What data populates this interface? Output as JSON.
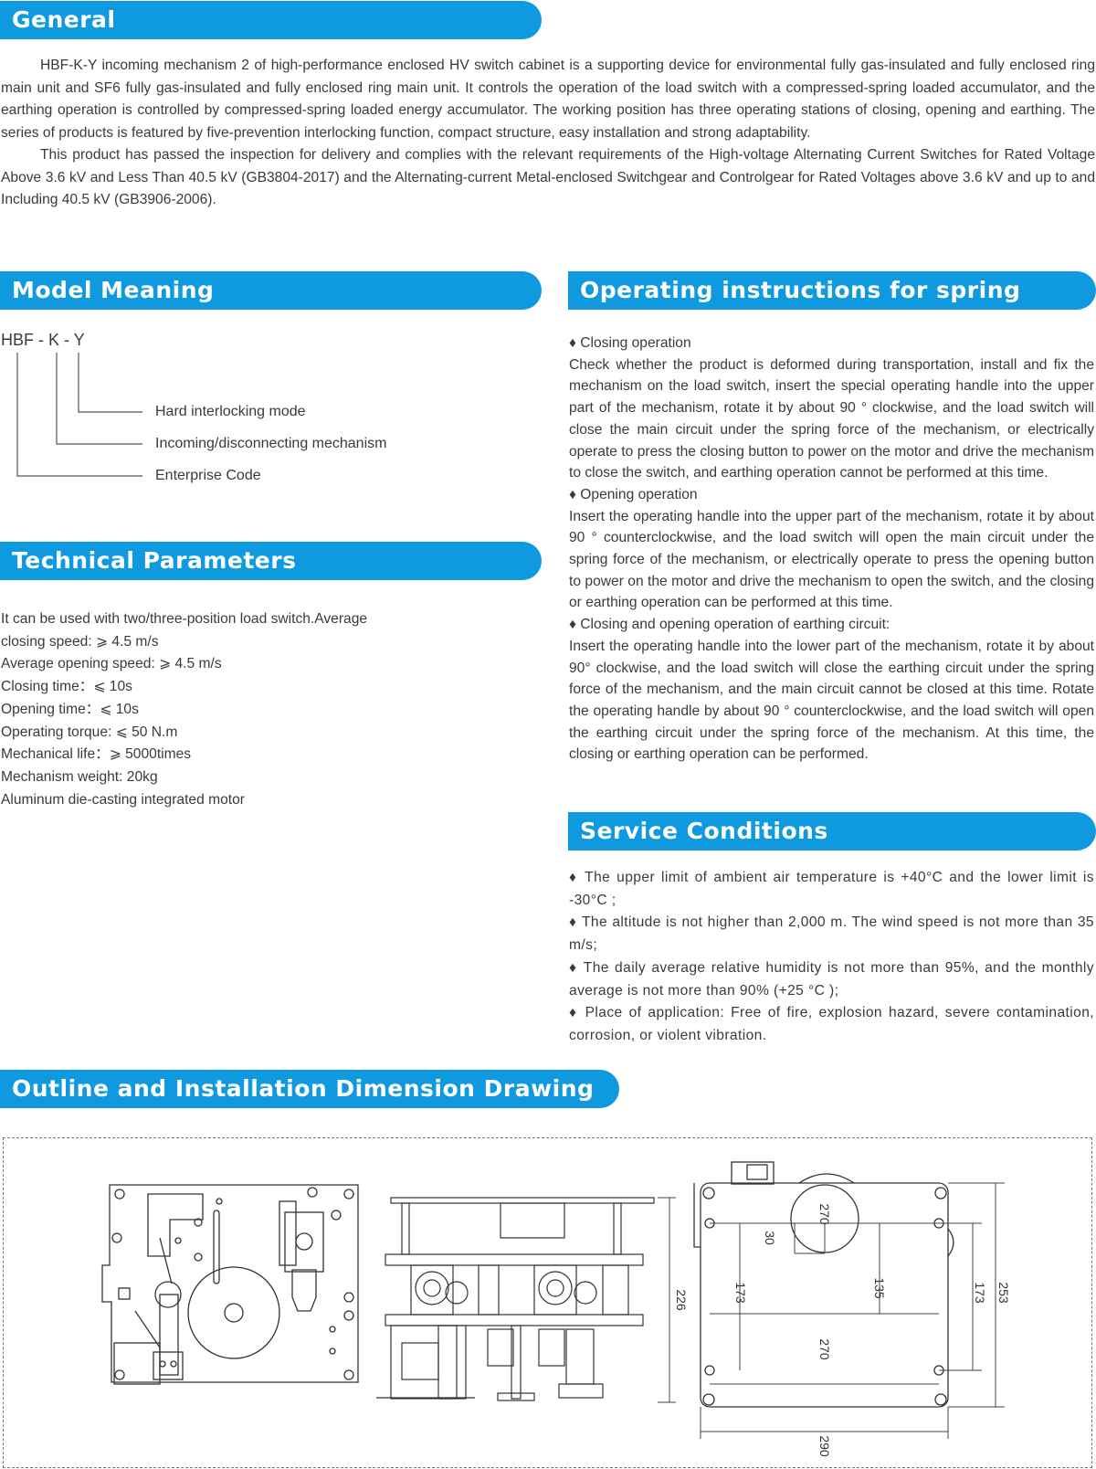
{
  "sections": {
    "general": {
      "title": "General"
    },
    "model": {
      "title": "Model Meaning"
    },
    "technical": {
      "title": "Technical Parameters"
    },
    "operating": {
      "title": "Operating instructions for spring mechanism"
    },
    "service": {
      "title": "Service Conditions"
    },
    "outline": {
      "title": "Outline and Installation Dimension Drawing"
    }
  },
  "general_text": {
    "p1": "HBF-K-Y incoming mechanism 2 of high-performance enclosed HV switch cabinet is a supporting device for environmental fully gas-insulated and fully enclosed ring main unit and SF6 fully gas-insulated and fully enclosed ring main unit. It controls the operation of the load switch with a compressed-spring loaded accumulator, and the earthing operation is controlled by compressed-spring loaded energy accumulator. The working position has three operating stations of closing, opening and earthing. The series of products is featured by five-prevention interlocking function, compact structure, easy installation and strong adaptability.",
    "p2": "This product has passed the inspection for delivery and complies with the relevant requirements of the High-voltage Alternating Current Switches for Rated Voltage Above 3.6 kV and Less Than 40.5 kV (GB3804-2017) and the Alternating-current Metal-enclosed Switchgear and Controlgear for Rated Voltages above 3.6 kV and up to and Including 40.5 kV (GB3906-2006)."
  },
  "model_meaning": {
    "code": "HBF - K - Y",
    "labels": [
      "Hard interlocking mode",
      "Incoming/disconnecting mechanism",
      "Enterprise Code"
    ]
  },
  "technical_params": [
    "It can be used with two/three-position load switch.Average",
    "closing speed: ⩾ 4.5 m/s",
    "Average opening speed: ⩾ 4.5 m/s",
    "Closing time：⩽ 10s",
    "Opening time：⩽ 10s",
    "Operating torque: ⩽ 50 N.m",
    "Mechanical life：⩾ 5000times",
    "Mechanism weight: 20kg",
    "Aluminum die-casting integrated motor"
  ],
  "operating": [
    {
      "head": "♦ Closing operation",
      "body": "Check whether the product is deformed during transportation, install and fix the mechanism on the load switch, insert the special operating handle into the upper part of the mechanism, rotate it by about 90 ° clockwise, and the load switch will close the main circuit under the spring force of the mechanism, or electrically operate to press the closing button to power on the motor and drive the mechanism to close the switch, and earthing operation cannot be performed at this time."
    },
    {
      "head": "♦ Opening operation",
      "body": "Insert the operating handle into the upper part of the mechanism, rotate it by about 90 ° counterclockwise, and the load switch will open the main circuit under the spring force of the mechanism, or electrically operate to press the opening button to power on the motor and drive the mechanism to open the switch, and the closing or earthing operation can be performed at this time."
    },
    {
      "head": "♦ Closing and opening operation of earthing circuit:",
      "body": "Insert the operating handle into the lower part of the mechanism, rotate it by about 90° clockwise, and the load switch will close the earthing circuit under the spring force of the mechanism, and the main circuit cannot be closed at this time. Rotate the operating handle by about 90 ° counterclockwise, and the load switch will open the earthing circuit under the spring force of the mechanism. At this time, the closing or earthing operation can be performed."
    }
  ],
  "service": [
    "♦ The upper limit of ambient air temperature is +40°C and the lower limit is -30°C ;",
    "♦ The altitude is not higher than 2,000 m. The wind speed is not more than 35 m/s;",
    "♦ The daily average relative humidity is not more than 95%, and the monthly average is not more than 90% (+25 °C );",
    "♦ Place of application: Free of fire, explosion hazard, severe contamination, corrosion, or violent vibration."
  ],
  "dimensions": {
    "side_height": "226",
    "top_width": "270",
    "circle_offset": "30",
    "circle_drop": "135",
    "hole_span_v": "173",
    "hole_span_v2": "173",
    "total_height": "253",
    "bottom_span": "270",
    "total_width": "290"
  },
  "colors": {
    "accent": "#0f9ae0",
    "text": "#3a3a3a"
  }
}
